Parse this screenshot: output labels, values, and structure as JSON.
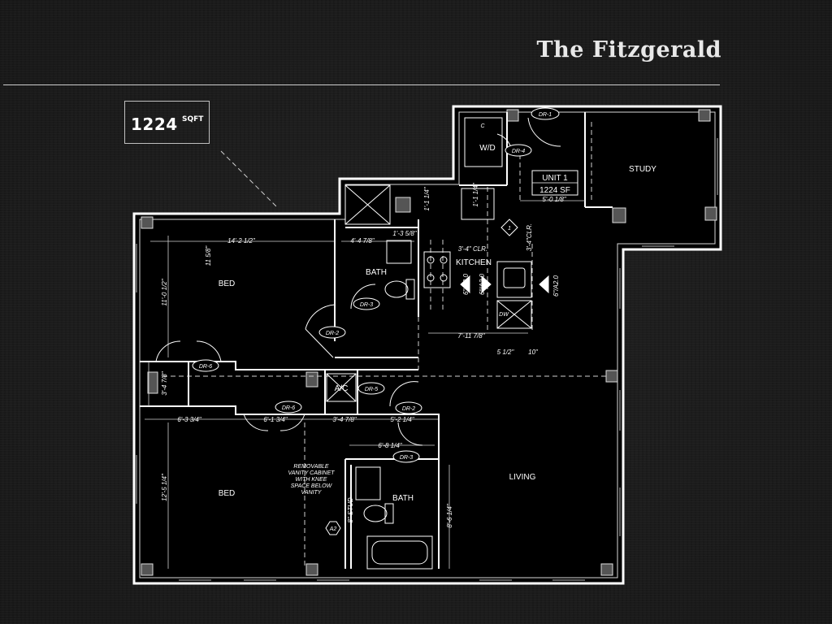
{
  "header": {
    "title": "The Fitzgerald"
  },
  "badge": {
    "number": "1224",
    "unit": "SQFT"
  },
  "plan": {
    "unit_tag": {
      "line1": "UNIT 1",
      "line2": "1224 SF"
    },
    "rooms": {
      "bed_upper": "BED",
      "bed_lower": "BED",
      "bath_upper": "BATH",
      "bath_lower": "BATH",
      "kitchen": "KITCHEN",
      "study": "STUDY",
      "living": "LIVING",
      "wd": "W/D",
      "ac": "A/C"
    },
    "dimensions": {
      "d1": "14'-2 1/2\"",
      "d2": "11 5/8\"",
      "d3": "11'-0 1/2\"",
      "d4": "4'-4 7/8\"",
      "d5": "1'-3 5/8\"",
      "d6": "3'-4\" CLR.",
      "d7": "7'-11 7/8\"",
      "d8": "5 1/2\"",
      "d9": "10\"",
      "d10": "5'-0 1/8\"",
      "d11": "3'-4\"CLR.",
      "d12": "6'-3 3/4\"",
      "d13": "6'-1 3/4\"",
      "d14": "3'-4 7/8\"",
      "d15": "5'-2 1/4\"",
      "d16": "6'-8 1/4\"",
      "d17": "12'-5 1/4\"",
      "d18": "8'-6 1/4\"",
      "d19": "3'-4 7/8\"",
      "d20": "1'-1 1/4\"",
      "d21": "1'-1 1/4\"",
      "d22": "6\"/A2.0",
      "d23": "6\"/A2.0",
      "d24": "6\"/A2.0",
      "d25": "8\" STUD"
    },
    "doors": {
      "dr1": "DR-1",
      "dr2a": "DR-2",
      "dr2b": "DR-2",
      "dr3a": "DR-3",
      "dr3b": "DR-3",
      "dr4": "DR-4",
      "dr5": "DR-5",
      "dr6a": "DR-6",
      "dr6b": "DR-6"
    },
    "markers": {
      "a2": "A2",
      "one": "1",
      "dw": "DW",
      "c": "C"
    },
    "vanity_note": [
      "REMOVABLE",
      "VANITY CABINET",
      "WITH KNEE",
      "SPACE BELOW",
      "VANITY"
    ]
  }
}
